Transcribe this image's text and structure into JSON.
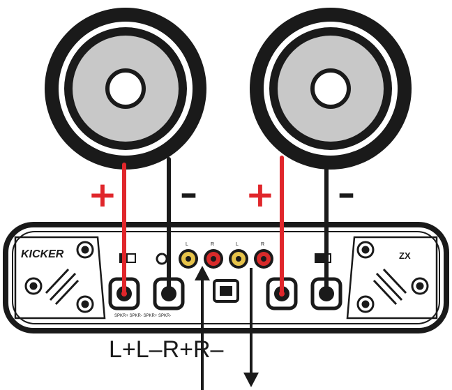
{
  "speakers": [
    {
      "name": "left-speaker",
      "positive_label": "+",
      "negative_label": "–"
    },
    {
      "name": "right-speaker",
      "positive_label": "+",
      "negative_label": "–"
    }
  ],
  "amplifier": {
    "brand": "KICKER",
    "model": "ZX",
    "rca_labels": [
      "L",
      "R",
      "L",
      "R"
    ],
    "terminal_caption": "SPKR+ SPKR- SPKR+ SPKR-"
  },
  "caption": "L+L–R+R–",
  "colors": {
    "positive_wire": "#e0262b",
    "negative_wire": "#1a1a1a",
    "outline": "#1a1a1a",
    "speaker_cone": "#c8c8c8",
    "rca_gold": "#e6c34a",
    "rca_red": "#d82a2a"
  }
}
